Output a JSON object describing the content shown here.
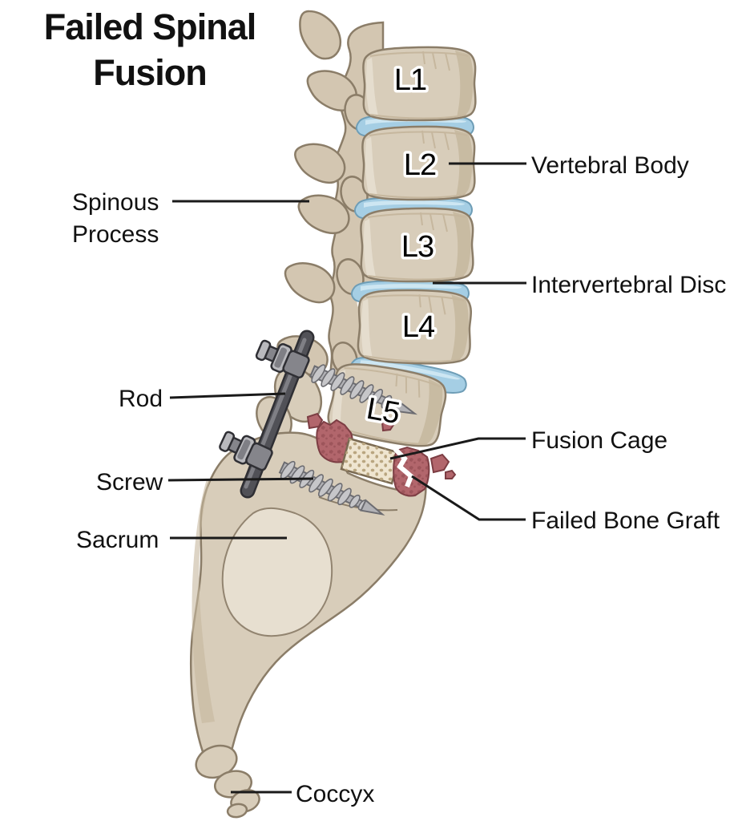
{
  "title": {
    "line1": "Failed Spinal",
    "line2": "Fusion"
  },
  "vertebrae": {
    "l1": "L1",
    "l2": "L2",
    "l3": "L3",
    "l4": "L4",
    "l5": "L5"
  },
  "labels": {
    "spinous_process": {
      "line1": "Spinous",
      "line2": "Process"
    },
    "rod": "Rod",
    "screw": "Screw",
    "sacrum": "Sacrum",
    "coccyx": "Coccyx",
    "vertebral_body": "Vertebral Body",
    "intervertebral_disc": "Intervertebral Disc",
    "fusion_cage": "Fusion Cage",
    "failed_bone_graft": "Failed Bone Graft"
  },
  "colors": {
    "ink": "#111111",
    "leader": "#1a1a1a",
    "background": "#ffffff",
    "bone": "#d8cdba",
    "bone-light": "#e9e1d3",
    "bone-shade": "#c6b79e",
    "bone-outline": "#8b7d68",
    "posterior": "#d3c6b1",
    "disc": "#a5cee4",
    "disc-light": "#cde6f2",
    "disc-outline": "#6e9db6",
    "metal-dark": "#515157",
    "metal-mid": "#85858b",
    "metal-light": "#b9b9bd",
    "metal-outline": "#2f2f34",
    "screw": "#b2b2b6",
    "screw-fin": "#c6c6c9",
    "screw-outline": "#6c6c71",
    "cage": "#efe5d0",
    "cage-pore": "#b9a57f",
    "cage-outline": "#7a6a52",
    "graft": "#b2666c",
    "graft-dark": "#8c464c",
    "graft-outline": "#7c3d43"
  }
}
